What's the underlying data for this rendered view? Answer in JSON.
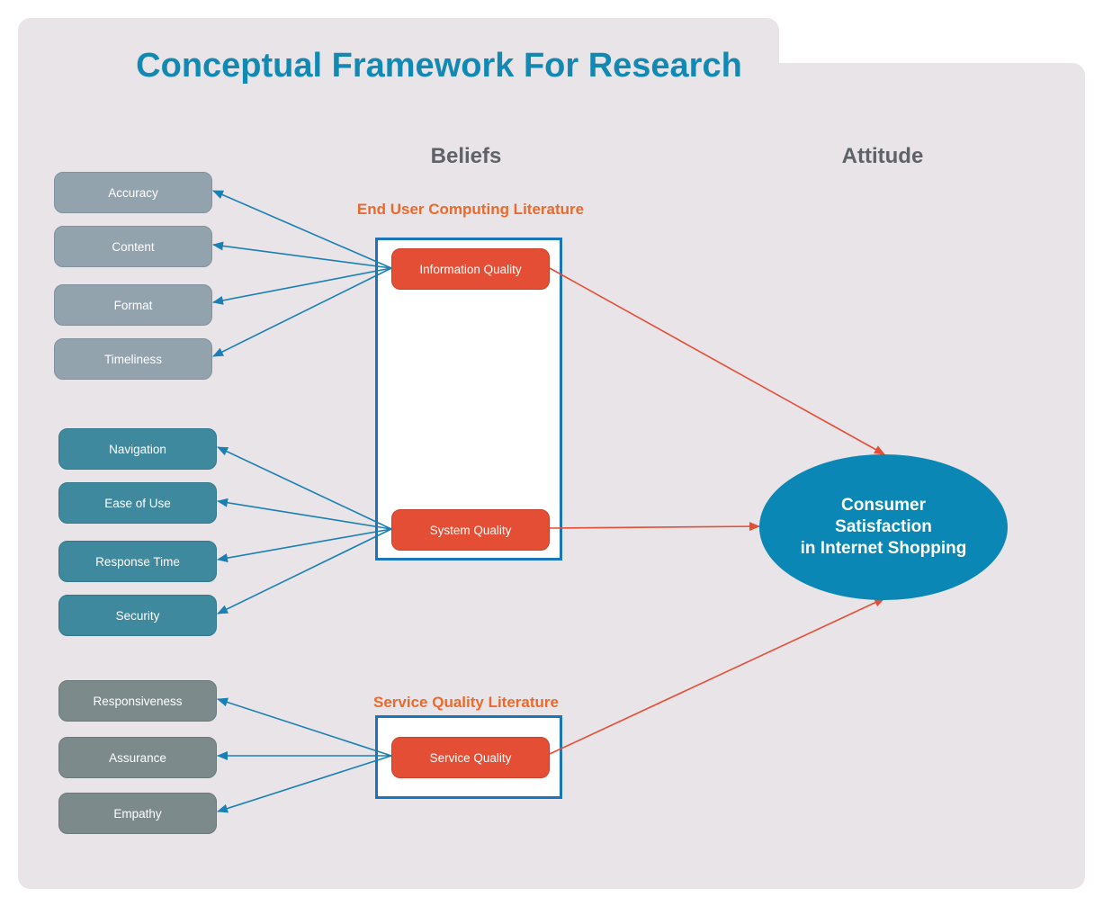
{
  "title": "Conceptual Framework For Research",
  "columns": {
    "beliefs": "Beliefs",
    "attitude": "Attitude"
  },
  "literature": {
    "end_user": "End User Computing Literature",
    "service": "Service Quality Literature"
  },
  "groups": {
    "information": [
      "Accuracy",
      "Content",
      "Format",
      "Timeliness"
    ],
    "system": [
      "Navigation",
      "Ease of Use",
      "Response Time",
      "Security"
    ],
    "service": [
      "Responsiveness",
      "Assurance",
      "Empathy"
    ]
  },
  "core": {
    "information": "Information Quality",
    "system": "System Quality",
    "service": "Service Quality"
  },
  "outcome": {
    "line1": "Consumer",
    "line2": "Satisfaction",
    "line3": "in Internet Shopping"
  },
  "colors": {
    "background": "#e8e4e8",
    "title": "#1289b3",
    "literature": "#ea6a2c",
    "frame": "#1b75bb",
    "core_node": "#e44e35",
    "blue_arrow": "#1a7fb2",
    "red_arrow": "#e44e35",
    "outcome": "#0a87b4"
  }
}
